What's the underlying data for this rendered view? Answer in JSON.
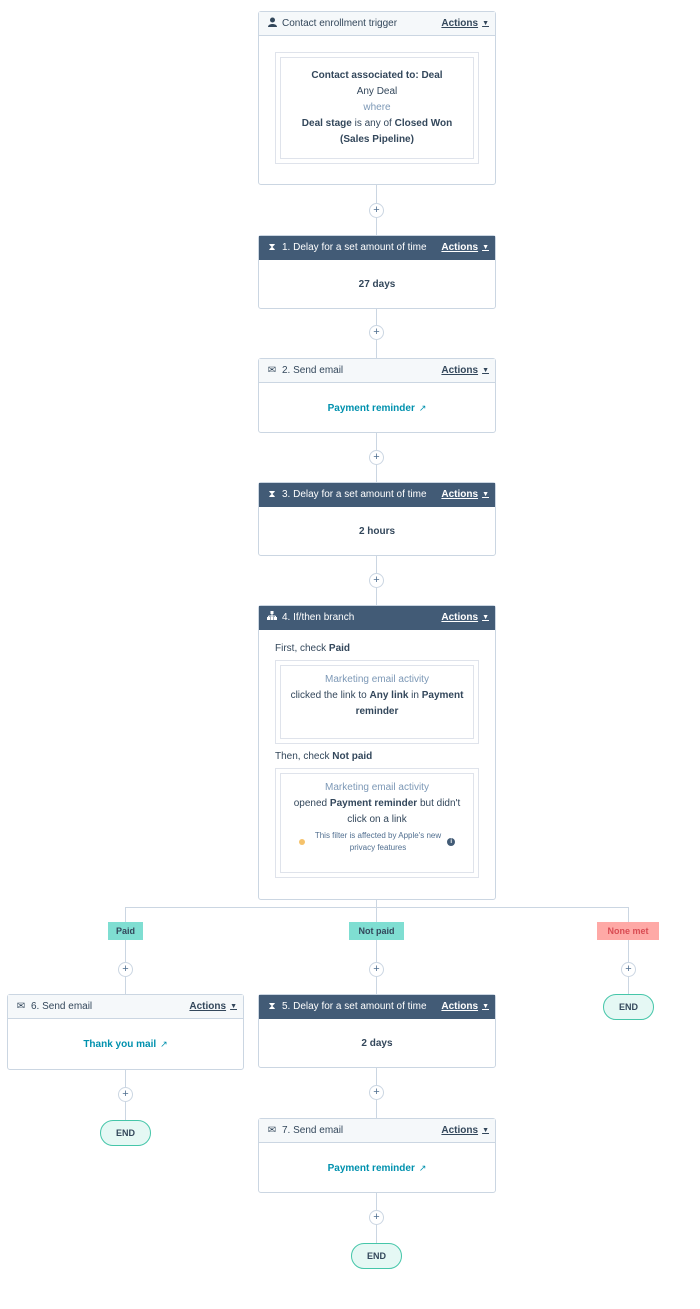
{
  "trigger": {
    "title": "Contact enrollment trigger",
    "actions_label": "Actions",
    "line1": "Contact associated to: Deal",
    "line2": "Any Deal",
    "line3": "where",
    "filter_field": "Deal stage",
    "filter_op": " is any of ",
    "filter_value_a": "Closed Won",
    "filter_value_b": "(Sales Pipeline)"
  },
  "step1": {
    "title": "1. Delay for a set amount of time",
    "actions_label": "Actions",
    "value": "27 days"
  },
  "step2": {
    "title": "2. Send email",
    "actions_label": "Actions",
    "email": "Payment reminder"
  },
  "step3": {
    "title": "3. Delay for a set amount of time",
    "actions_label": "Actions",
    "value": "2 hours"
  },
  "step4": {
    "title": "4. If/then branch",
    "actions_label": "Actions",
    "first_check_prefix": "First, check ",
    "first_check_name": "Paid",
    "first_filter_title": "Marketing email activity",
    "first_filter_a": "clicked the link to ",
    "first_filter_b": "Any link",
    "first_filter_c": " in ",
    "first_filter_d": "Payment",
    "first_filter_e": "reminder",
    "then_check_prefix": "Then, check ",
    "then_check_name": "Not paid",
    "second_filter_title": "Marketing email activity",
    "second_filter_a": "opened ",
    "second_filter_b": "Payment reminder",
    "second_filter_c": " but didn't",
    "second_filter_d": "click on a link",
    "warning_line1": "This filter is affected by Apple's new",
    "warning_line2": "privacy features"
  },
  "branches": {
    "paid": "Paid",
    "not_paid": "Not paid",
    "none_met": "None met"
  },
  "step5": {
    "title": "5. Delay for a set amount of time",
    "actions_label": "Actions",
    "value": "2 days"
  },
  "step6": {
    "title": "6. Send email",
    "actions_label": "Actions",
    "email": "Thank you mail"
  },
  "step7": {
    "title": "7. Send email",
    "actions_label": "Actions",
    "email": "Payment reminder"
  },
  "end_label": "END",
  "plus_label": "+",
  "colors": {
    "dark_header": "#425b76",
    "link": "#0091ae",
    "branch_green": "#7fded2",
    "branch_red": "#fea9a6",
    "end_border": "#45c6a9"
  }
}
